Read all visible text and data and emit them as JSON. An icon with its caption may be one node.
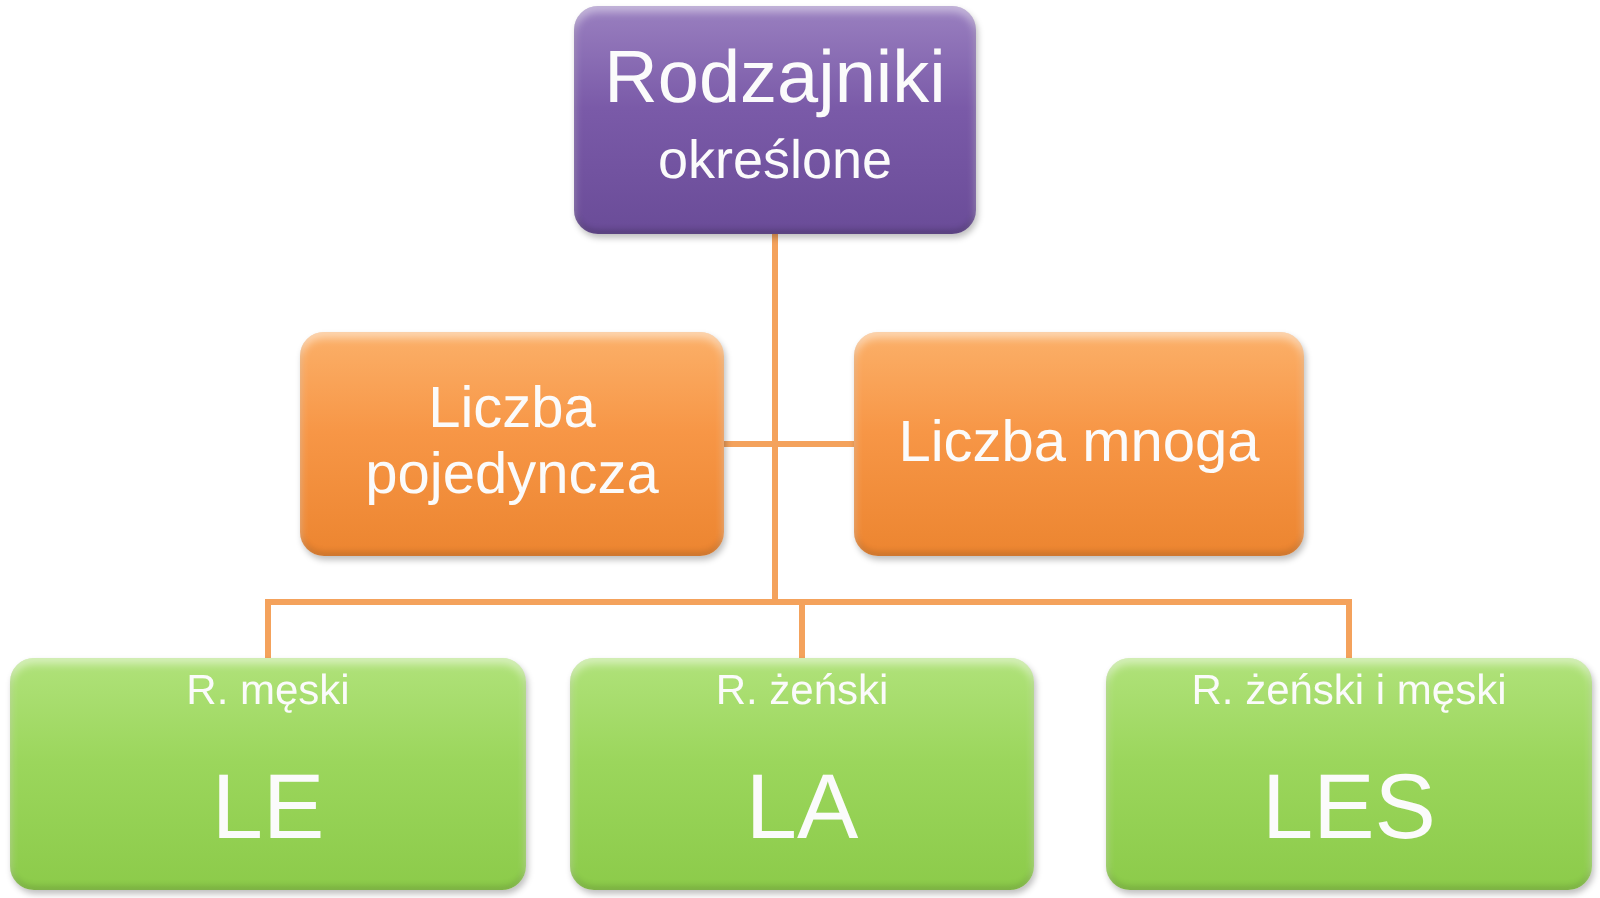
{
  "diagram": {
    "nodes": [
      {
        "text": [
          "Rodzajniki",
          "określone"
        ]
      },
      {
        "text": [
          "Liczba pojedyncza"
        ]
      },
      {
        "text": [
          "Liczba mnoga"
        ]
      },
      {
        "text": [
          "R. męski",
          "LE"
        ]
      },
      {
        "text": [
          "R. żeński",
          "LA"
        ]
      },
      {
        "text": [
          "R. żeński i męski",
          "LES"
        ]
      }
    ],
    "edges": [
      {
        "from": 0,
        "to": 1,
        "arrow": "none"
      },
      {
        "from": 0,
        "to": 2,
        "arrow": "none"
      },
      {
        "from": 0,
        "to": 3,
        "arrow": "none"
      },
      {
        "from": 0,
        "to": 4,
        "arrow": "none"
      },
      {
        "from": 0,
        "to": 5,
        "arrow": "none"
      }
    ]
  }
}
